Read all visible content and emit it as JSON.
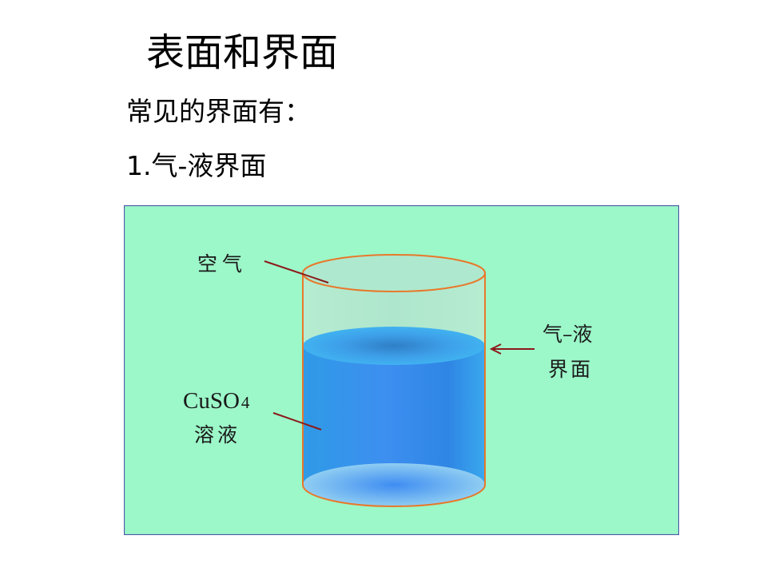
{
  "slide": {
    "title": "表面和界面",
    "subtitle": "常见的界面有：",
    "item": "1.气-液界面"
  },
  "figure": {
    "labels": {
      "air": "空气",
      "interface_line1": "气–液",
      "interface_line2": "界面",
      "solution_formula": "CuSO",
      "solution_subscript": "4",
      "solution_name": "溶液"
    },
    "colors": {
      "background": "#9cf7c9",
      "border": "#4b58a8",
      "beaker_outline": "#e8782a",
      "liquid": "#3b90e8",
      "pointer": "#8b1a1a"
    },
    "icons": [
      "beaker-icon",
      "arrow-left-icon"
    ]
  }
}
